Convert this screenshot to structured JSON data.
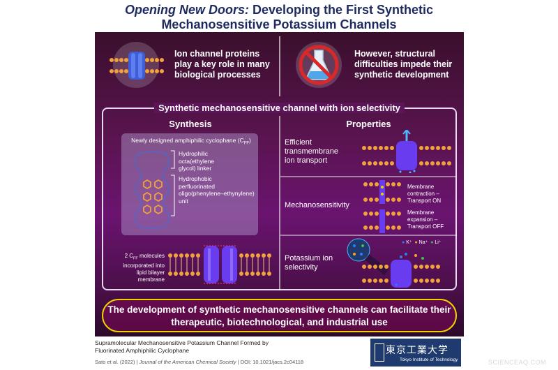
{
  "title": {
    "line1_em": "Opening New Doors:",
    "line1_rest": " Developing the First Synthetic",
    "line2": "Mechanosensitive Potassium Channels"
  },
  "top_left": {
    "text_lines": [
      "Ion channel proteins",
      "play a key role in many",
      "biological processes"
    ]
  },
  "top_right": {
    "text_lines": [
      "However, structural",
      "difficulties impede their",
      "synthetic development"
    ]
  },
  "main": {
    "heading": "Synthetic mechanosensitive channel with ion selectivity",
    "synthesis": {
      "heading": "Synthesis",
      "design_title": "Newly designed amphiphilic cyclophane (C",
      "design_sub": "FF",
      "design_close": ")",
      "hydrophilic_lines": [
        "Hydrophilic",
        "octa(ethylene",
        "glycol) linker"
      ],
      "hydrophobic_lines": [
        "Hydrophobic",
        "perfluorinated",
        "oligo(phenylene–ethynylene)",
        "unit"
      ],
      "incorporated_lines": [
        "2 C",
        "molecules",
        "incorporated into",
        "lipid bilayer",
        "membrane"
      ],
      "incorporated_sub": "FF"
    },
    "properties": {
      "heading": "Properties",
      "transport_lines": [
        "Efficient",
        "transmembrane",
        "ion transport"
      ],
      "mechano_label": "Mechanosensitivity",
      "contraction_lines": [
        "Membrane",
        "contraction –",
        "Transport ON"
      ],
      "expansion_lines": [
        "Membrane",
        "expansion –",
        "Transport OFF"
      ],
      "selectivity_lines": [
        "Potassium ion",
        "selectivity"
      ],
      "ions": [
        {
          "label": "K⁺",
          "color": "#2f7df6"
        },
        {
          "label": "Na⁺",
          "color": "#f5a623"
        },
        {
          "label": "Li⁺",
          "color": "#3cc24a"
        }
      ]
    }
  },
  "conclusion": {
    "line1": "The development of synthetic mechanosensitive channels can facilitate their",
    "line2": "therapeutic, biotechnological, and industrial use"
  },
  "citation": {
    "title_line1": "Supramolecular Mechanosensitive Potassium Channel Formed by",
    "title_line2": "Fluorinated Amphiphilic Cyclophane",
    "authors": "Sato et al. (2022)",
    "journal": "Journal of the American Chemical Society",
    "doi": "DOI: 10.1021/jacs.2c04118"
  },
  "logo": {
    "japanese": "東京工業大学",
    "english": "Tokyo Institute of Technology"
  },
  "watermark": "SCIENCEAQ.COM",
  "colors": {
    "title": "#1d2a5e",
    "accent_yellow": "#f0d000",
    "channel_purple": "#6a3cf0",
    "lipid_orange": "#f2a23a"
  }
}
